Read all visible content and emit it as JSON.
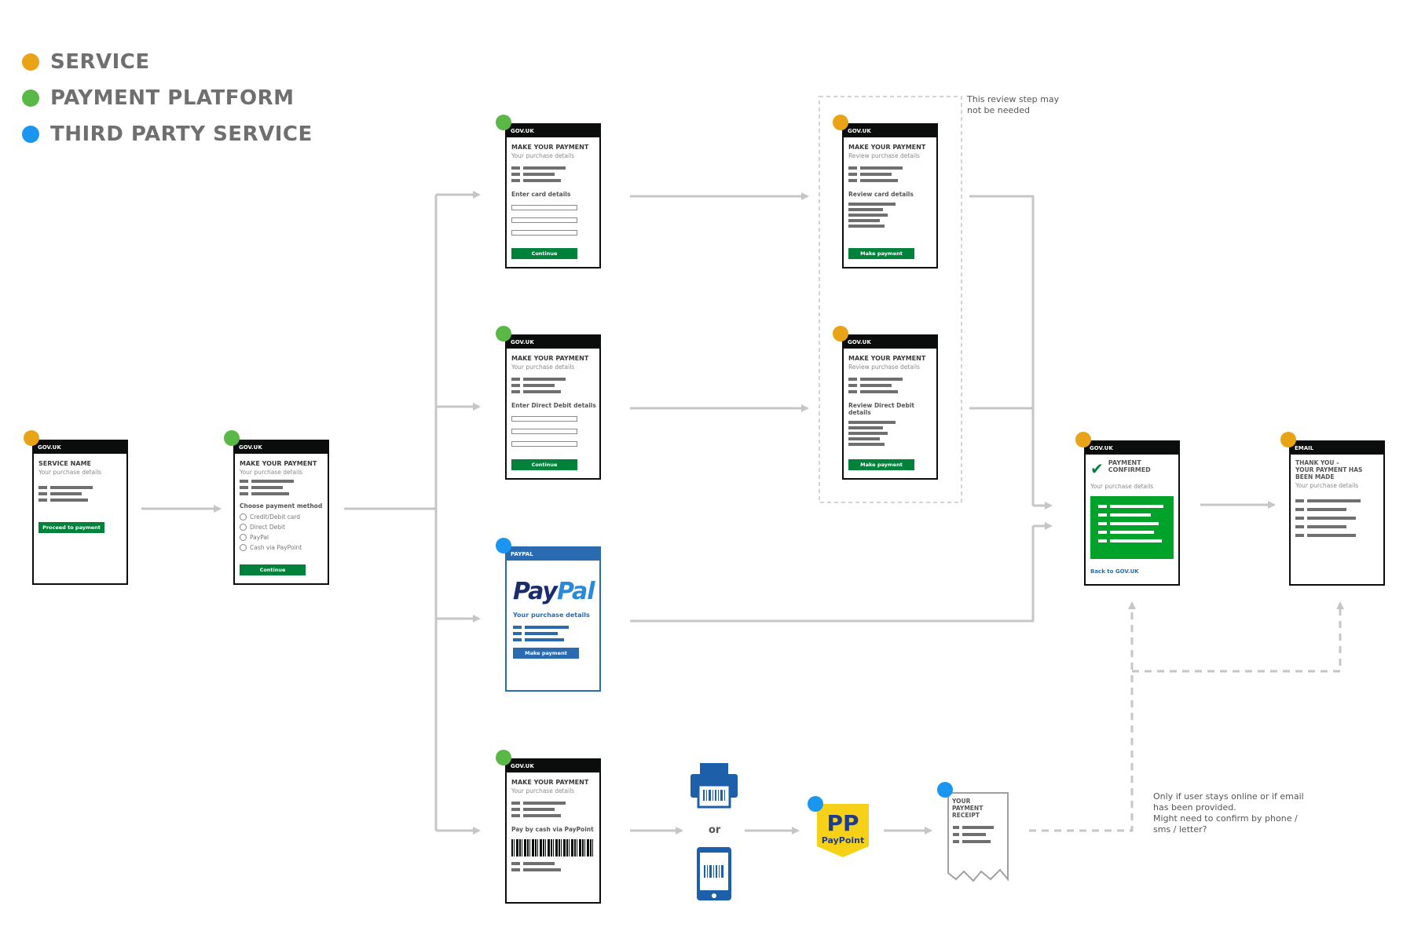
{
  "legend": [
    {
      "label": "SERVICE",
      "color": "#e8a317"
    },
    {
      "label": "PAYMENT PLATFORM",
      "color": "#5ab946"
    },
    {
      "label": "THIRD PARTY SERVICE",
      "color": "#1a96f0"
    }
  ],
  "colors": {
    "service": "#e8a317",
    "platform": "#5ab946",
    "third_party": "#1a96f0",
    "arrow": "#c6c6c6"
  },
  "screens": {
    "service": {
      "bar": "GOV.UK",
      "title": "SERVICE NAME",
      "sub": "Your purchase details",
      "button": "Proceed to payment"
    },
    "choose": {
      "bar": "GOV.UK",
      "title": "MAKE YOUR PAYMENT",
      "sub": "Your purchase details",
      "label": "Choose payment method",
      "options": [
        "Credit/Debit card",
        "Direct Debit",
        "PayPal",
        "Cash via PayPoint"
      ],
      "button": "Continue"
    },
    "card": {
      "bar": "GOV.UK",
      "title": "MAKE YOUR PAYMENT",
      "sub": "Your purchase details",
      "label": "Enter card details",
      "button": "Continue"
    },
    "dd": {
      "bar": "GOV.UK",
      "title": "MAKE YOUR PAYMENT",
      "sub": "Your purchase details",
      "label": "Enter Direct Debit details",
      "button": "Continue"
    },
    "paypal": {
      "bar": "PAYPAL",
      "logo_a": "Pay",
      "logo_b": "Pal",
      "sub": "Your purchase details",
      "button": "Make payment"
    },
    "cash": {
      "bar": "GOV.UK",
      "title": "MAKE YOUR PAYMENT",
      "sub": "Your purchase details",
      "label": "Pay by cash via PayPoint"
    },
    "review_card": {
      "bar": "GOV.UK",
      "title": "MAKE YOUR PAYMENT",
      "sub": "Review purchase details",
      "label": "Review card details",
      "button": "Make payment"
    },
    "review_dd": {
      "bar": "GOV.UK",
      "title": "MAKE YOUR PAYMENT",
      "sub": "Review purchase details",
      "label": "Review Direct Debit details",
      "button": "Make payment"
    },
    "confirmed": {
      "bar": "GOV.UK",
      "title_1": "PAYMENT",
      "title_2": "CONFIRMED",
      "sub": "Your purchase details",
      "link": "Back to GOV.UK"
    },
    "email": {
      "bar": "EMAIL",
      "title_1": "THANK YOU –",
      "title_2": "YOUR PAYMENT HAS",
      "title_3": "BEEN MADE",
      "sub": "Your purchase details"
    }
  },
  "review_note": {
    "line1": "This review step may",
    "line2": "not be needed"
  },
  "or_label": "or",
  "paypoint": {
    "logo": "PP",
    "name": "PayPoint"
  },
  "receipt": {
    "line1": "YOUR",
    "line2": "PAYMENT",
    "line3": "RECEIPT"
  },
  "offline_note": {
    "line1": "Only if user stays online or if email",
    "line2": "has been provided.",
    "line3": "Might need to confirm by phone /",
    "line4": "sms / letter?"
  }
}
